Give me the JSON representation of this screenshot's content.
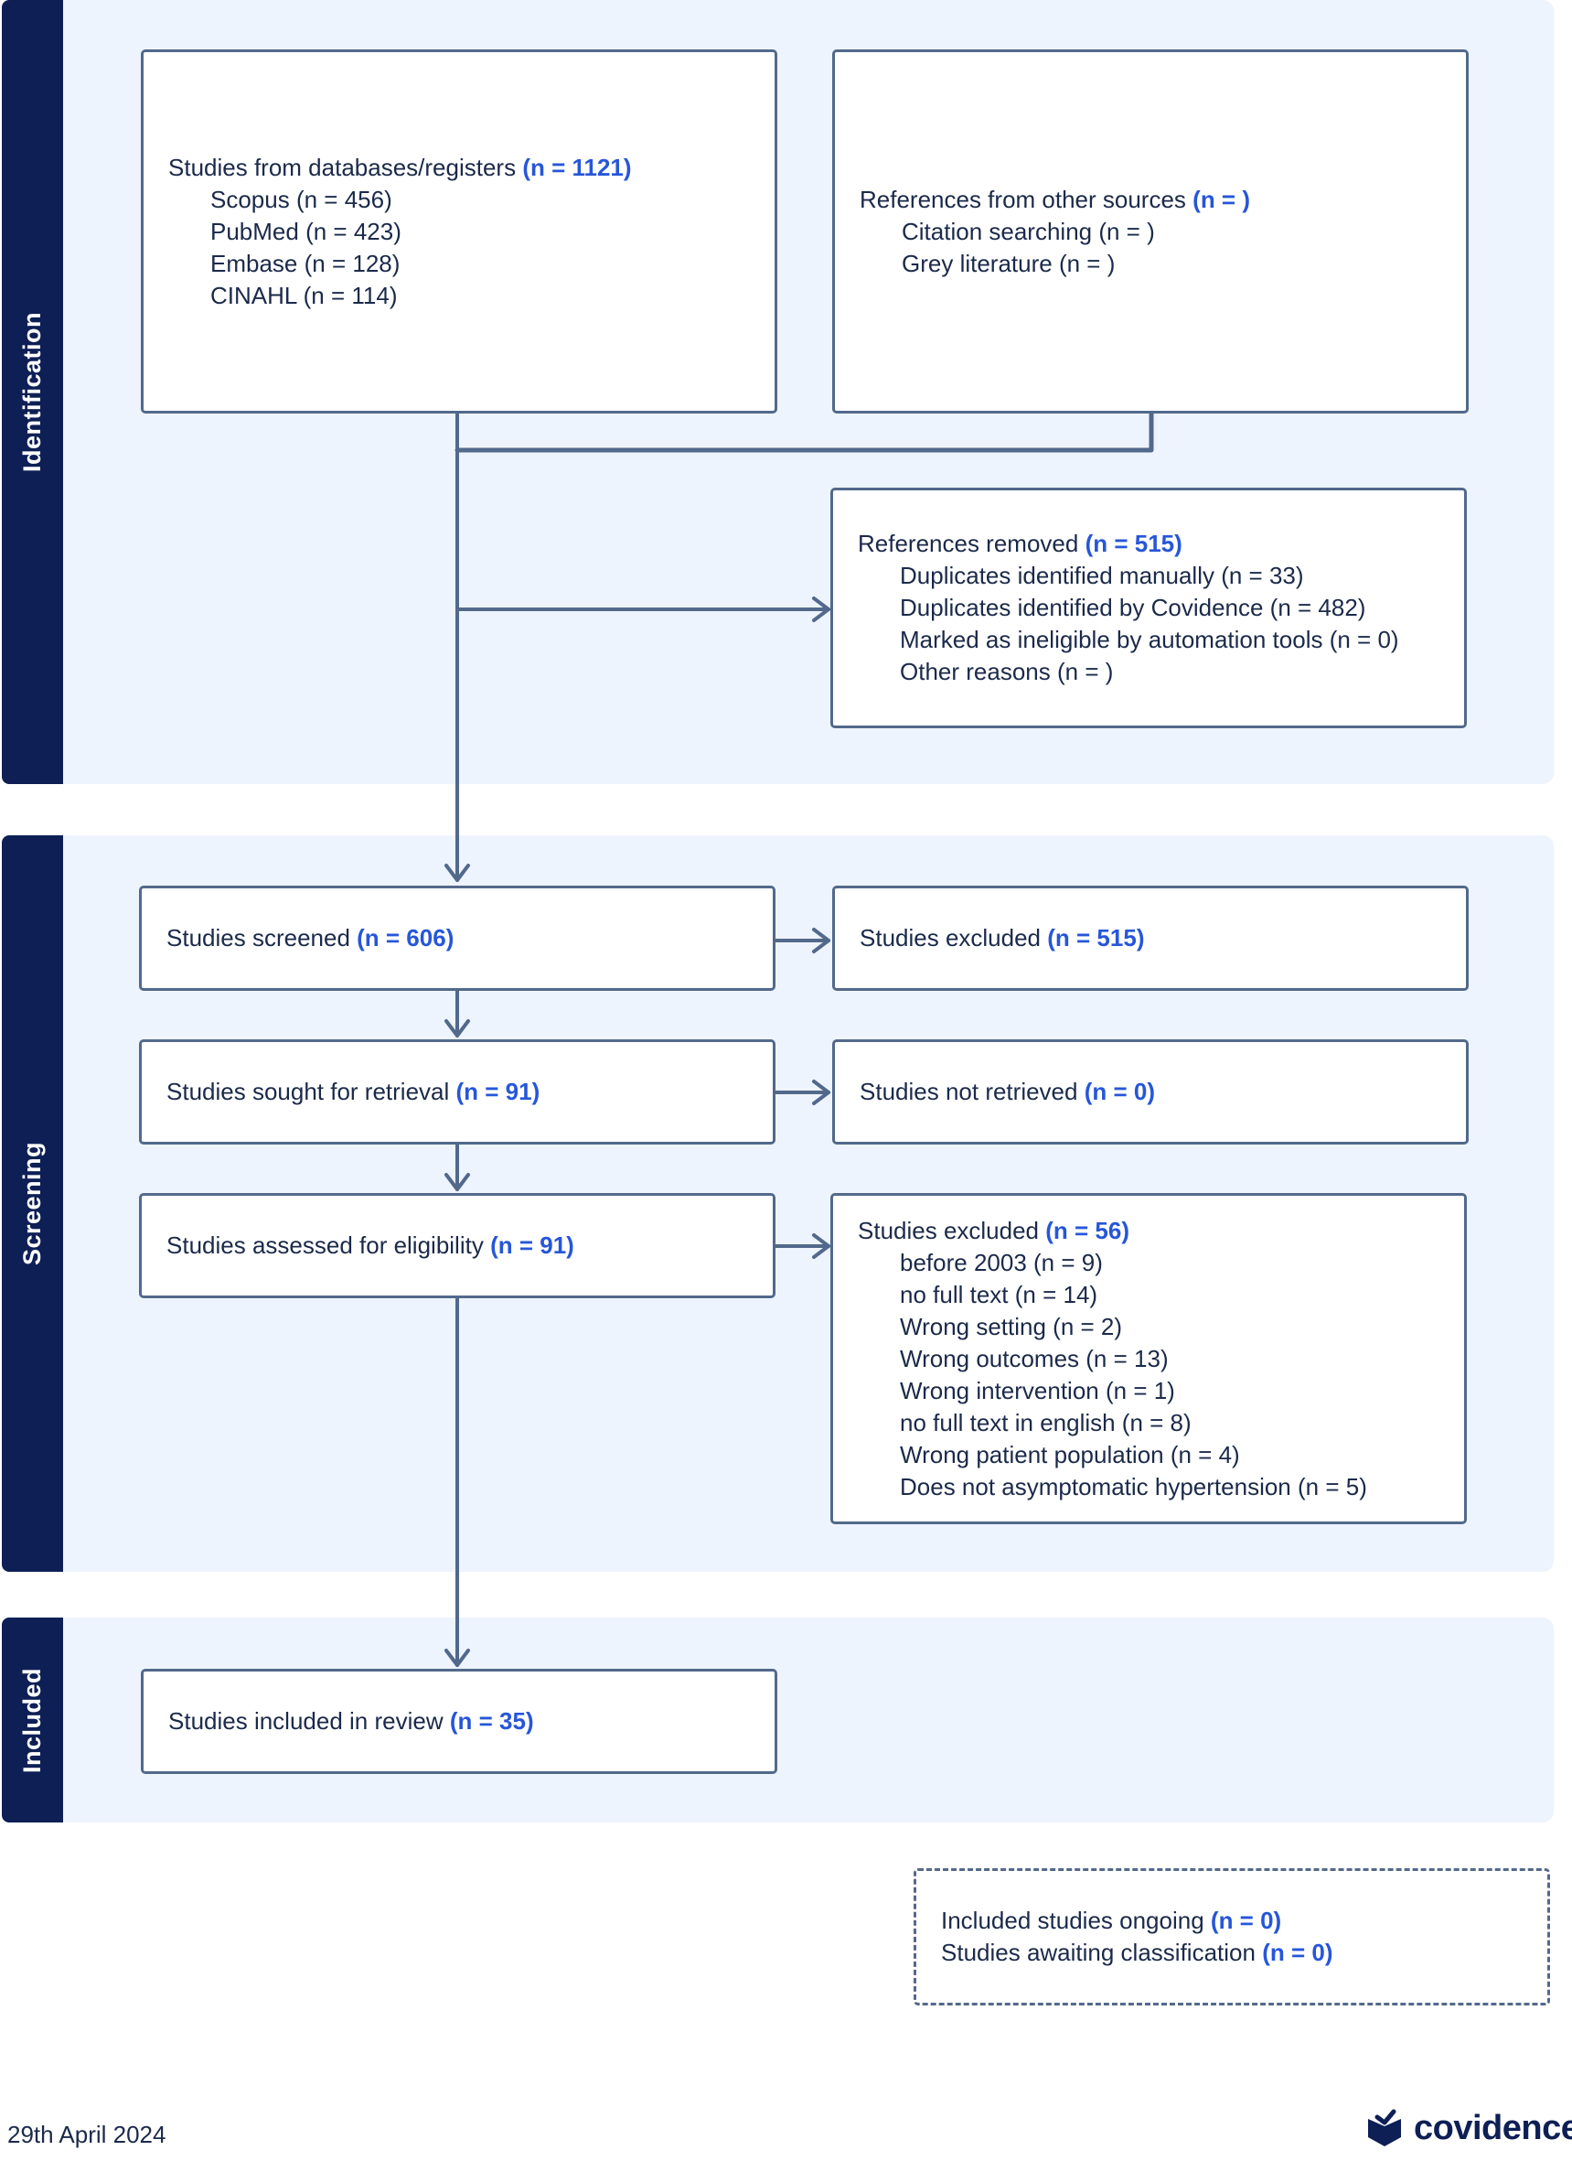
{
  "stages": {
    "identification": "Identification",
    "screening": "Screening",
    "included": "Included"
  },
  "boxes": {
    "databases": {
      "title": "Studies from databases/registers",
      "n": "(n = 1121)",
      "items": [
        "Scopus (n = 456)",
        "PubMed (n = 423)",
        "Embase (n = 128)",
        "CINAHL (n = 114)"
      ]
    },
    "other_sources": {
      "title": "References from other sources",
      "n": "(n = )",
      "items": [
        "Citation searching (n = )",
        "Grey literature (n = )"
      ]
    },
    "removed": {
      "title": "References removed",
      "n": "(n = 515)",
      "items": [
        "Duplicates identified manually (n = 33)",
        "Duplicates identified by Covidence (n = 482)",
        "Marked as ineligible by automation tools (n = 0)",
        "Other reasons (n = )"
      ]
    },
    "screened": {
      "title": "Studies screened",
      "n": "(n = 606)"
    },
    "excluded_screen": {
      "title": "Studies excluded",
      "n": "(n = 515)"
    },
    "sought": {
      "title": "Studies sought for retrieval",
      "n": "(n = 91)"
    },
    "not_retrieved": {
      "title": "Studies not retrieved",
      "n": "(n = 0)"
    },
    "assessed": {
      "title": "Studies assessed for eligibility",
      "n": "(n = 91)"
    },
    "excluded_full": {
      "title": "Studies excluded",
      "n": "(n = 56)",
      "items": [
        "before 2003 (n = 9)",
        "no full text (n = 14)",
        "Wrong setting (n = 2)",
        "Wrong outcomes (n = 13)",
        "Wrong intervention (n = 1)",
        "no full text in english (n = 8)",
        "Wrong patient population (n = 4)",
        "Does not asymptomatic hypertension (n = 5)"
      ]
    },
    "included": {
      "title": "Studies included in review",
      "n": "(n = 35)"
    },
    "ongoing": {
      "line1_text": "Included studies ongoing",
      "line1_n": "(n = 0)",
      "line2_text": "Studies awaiting classification",
      "line2_n": "(n = 0)"
    }
  },
  "footer": {
    "date": "29th April 2024",
    "brand": "covidence"
  },
  "colors": {
    "stage_bar": "#0d1f55",
    "stage_bg": "#eef4fd",
    "border": "#52698b",
    "count": "#2656d9"
  }
}
